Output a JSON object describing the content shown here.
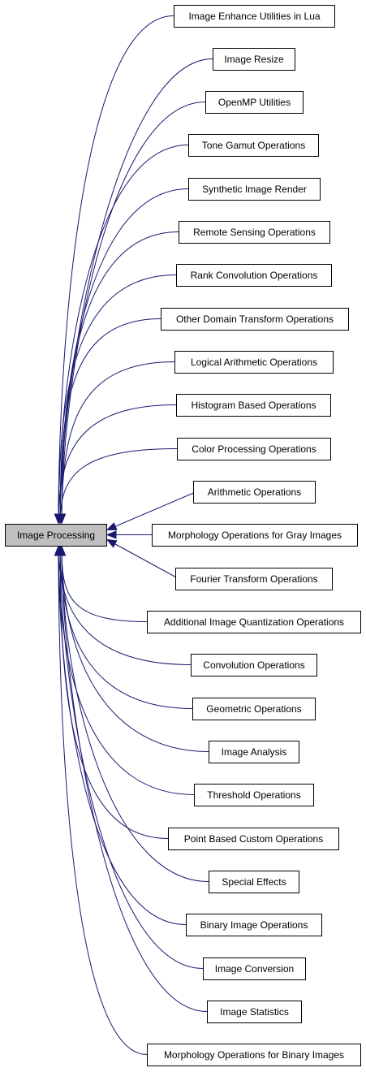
{
  "diagram": {
    "center": {
      "label": "Image Processing"
    },
    "nodes": [
      {
        "label": "Image Enhance Utilities in Lua"
      },
      {
        "label": "Image Resize"
      },
      {
        "label": "OpenMP Utilities"
      },
      {
        "label": "Tone Gamut Operations"
      },
      {
        "label": "Synthetic Image Render"
      },
      {
        "label": "Remote Sensing Operations"
      },
      {
        "label": "Rank Convolution Operations"
      },
      {
        "label": "Other Domain Transform Operations"
      },
      {
        "label": "Logical Arithmetic Operations"
      },
      {
        "label": "Histogram Based Operations"
      },
      {
        "label": "Color Processing Operations"
      },
      {
        "label": "Arithmetic Operations"
      },
      {
        "label": "Morphology Operations for Gray Images"
      },
      {
        "label": "Fourier Transform Operations"
      },
      {
        "label": "Additional Image Quantization Operations"
      },
      {
        "label": "Convolution Operations"
      },
      {
        "label": "Geometric Operations"
      },
      {
        "label": "Image Analysis"
      },
      {
        "label": "Threshold Operations"
      },
      {
        "label": "Point Based Custom Operations"
      },
      {
        "label": "Special Effects"
      },
      {
        "label": "Binary Image Operations"
      },
      {
        "label": "Image Conversion"
      },
      {
        "label": "Image Statistics"
      },
      {
        "label": "Morphology Operations for Binary Images"
      }
    ],
    "colors": {
      "edge": "#191970",
      "center_fill": "#bfbfbf",
      "node_fill": "#ffffff",
      "border": "#000000"
    }
  }
}
